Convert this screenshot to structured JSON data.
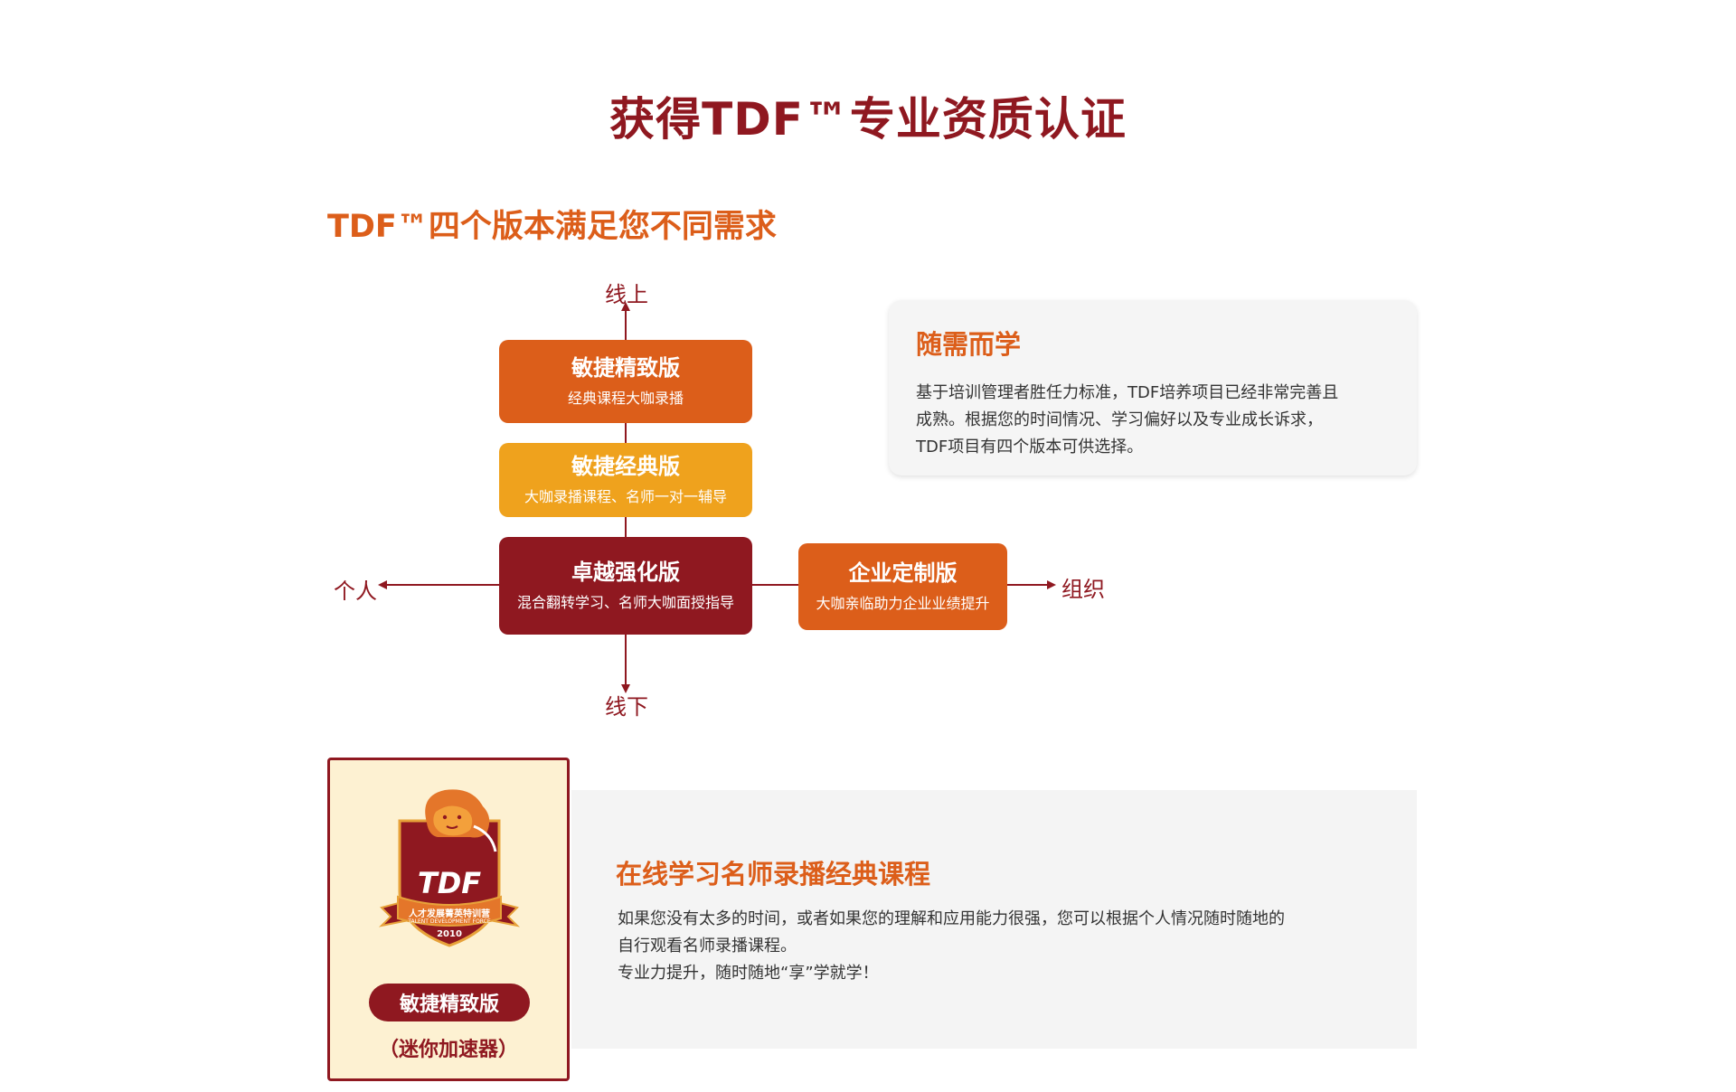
{
  "main_title": "获得TDF™专业资质认证",
  "section_title": "TDF™四个版本满足您不同需求",
  "axes": {
    "top": "线上",
    "bottom": "线下",
    "left": "个人",
    "right": "组织"
  },
  "versions": [
    {
      "title": "敏捷精致版",
      "subtitle": "经典课程大咖录播",
      "color": "#dc5e1a"
    },
    {
      "title": "敏捷经典版",
      "subtitle": "大咖录播课程、名师一对一辅导",
      "color": "#efa21d"
    },
    {
      "title": "卓越强化版",
      "subtitle": "混合翻转学习、名师大咖面授指导",
      "color": "#8f1820"
    },
    {
      "title": "企业定制版",
      "subtitle": "大咖亲临助力企业业绩提升",
      "color": "#dc5e1a"
    }
  ],
  "info_card": {
    "title": "随需而学",
    "lines": [
      "基于培训管理者胜任力标准，TDF培养项目已经非常完善且",
      "成熟。根据您的时间情况、学习偏好以及专业成长诉求，",
      "TDF项目有四个版本可供选择。"
    ]
  },
  "badge": {
    "logo_text": "TDF",
    "ribbon_text": "人才发展菁英特训营",
    "ribbon_en": "TALENT DEVELOPMENT FORCE",
    "year": "2010",
    "pill_label": "敏捷精致版",
    "sub_label": "（迷你加速器）"
  },
  "detail": {
    "title": "在线学习名师录播经典课程",
    "lines": [
      "如果您没有太多的时间，或者如果您的理解和应用能力很强，您可以根据个人情况随时随地的",
      "自行观看名师录播课程。",
      "专业力提升，随时随地“享”学就学！"
    ]
  },
  "colors": {
    "dark_red": "#8f1820",
    "orange": "#dc5e1a",
    "amber": "#efa21d",
    "cream": "#fdf1d2"
  }
}
